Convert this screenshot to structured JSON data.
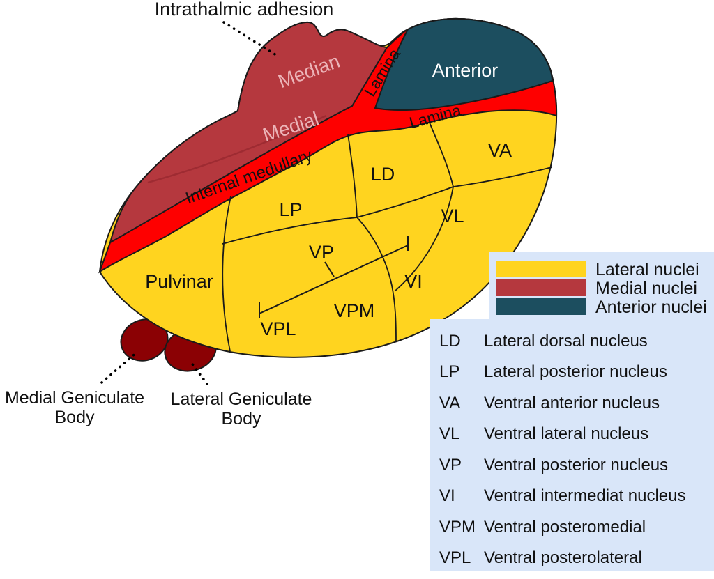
{
  "labels": {
    "intrathalamic_adhesion": "Intrathalmic adhesion"
  },
  "diagram": {
    "labels": {
      "median": "Median",
      "medial": "Medial",
      "lamina_left": "Lamina",
      "lamina_right": "Lamina",
      "anterior": "Anterior",
      "internal_medullary": "Internal medullary",
      "pulvinar": "Pulvinar",
      "lp": "LP",
      "ld": "LD",
      "va": "VA",
      "vl": "VL",
      "vp": "VP",
      "vi": "VI",
      "vpm": "VPM",
      "vpl": "VPL"
    }
  },
  "annotations": {
    "medial_geniculate": {
      "line1": "Medial Geniculate",
      "line2": "Body"
    },
    "lateral_geniculate": {
      "line1": "Lateral Geniculate",
      "line2": "Body"
    }
  },
  "legend": {
    "items": [
      {
        "label": "Lateral nuclei",
        "color": "#FFD41F"
      },
      {
        "label": "Medial nuclei",
        "color": "#B5383E"
      },
      {
        "label": "Anterior nuclei",
        "color": "#1C4E5F"
      }
    ]
  },
  "abbreviations": {
    "items": [
      {
        "abbr": "LD",
        "name": "Lateral dorsal nucleus"
      },
      {
        "abbr": "LP",
        "name": "Lateral posterior nucleus"
      },
      {
        "abbr": "VA",
        "name": "Ventral anterior nucleus"
      },
      {
        "abbr": "VL",
        "name": "Ventral lateral nucleus"
      },
      {
        "abbr": "VP",
        "name": "Ventral posterior nucleus"
      },
      {
        "abbr": "VI",
        "name": "Ventral intermediat nucleus"
      },
      {
        "abbr": "VPM",
        "name": "Ventral posteromedial"
      },
      {
        "abbr": "VPL",
        "name": "Ventral posterolateral"
      }
    ]
  },
  "colors": {
    "lateral": "#FFD41F",
    "medial": "#B5383E",
    "anterior": "#1C4E5F",
    "lamina": "#FE0000",
    "geniculate": "#8B0104",
    "legend_bg": "#D9E6F9"
  }
}
